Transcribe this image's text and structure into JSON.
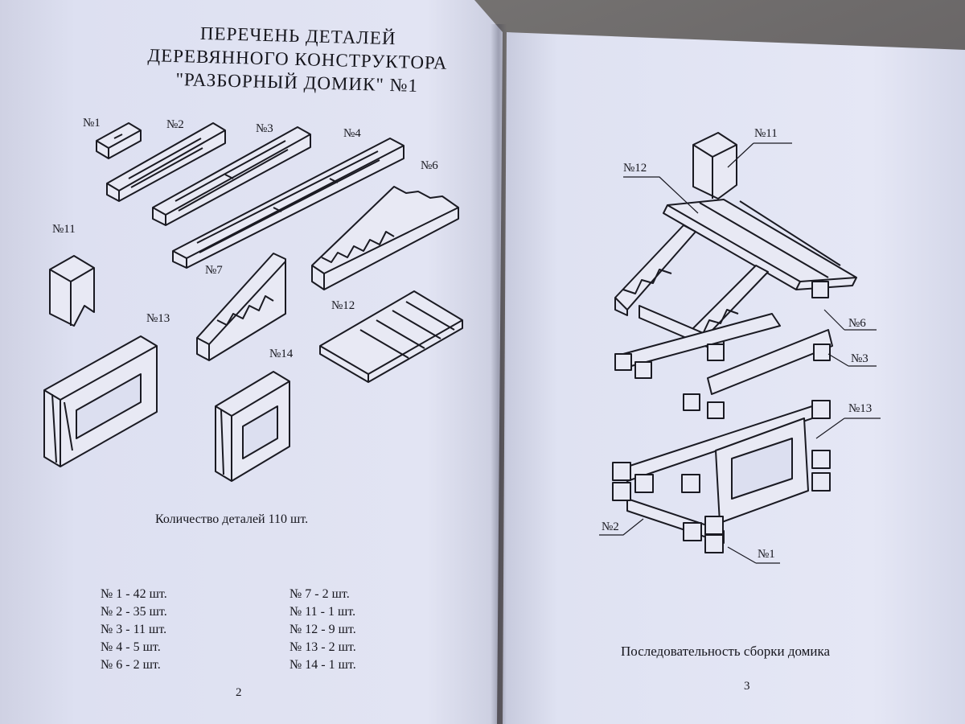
{
  "left_page": {
    "title_lines": [
      "ПЕРЕЧЕНЬ ДЕТАЛЕЙ",
      "ДЕРЕВЯННОГО КОНСТРУКТОРА",
      "\"РАЗБОРНЫЙ ДОМИК\" №1"
    ],
    "part_labels": {
      "p1": "№1",
      "p2": "№2",
      "p3": "№3",
      "p4": "№4",
      "p6": "№6",
      "p7": "№7",
      "p11": "№11",
      "p12": "№12",
      "p13": "№13",
      "p14": "№14"
    },
    "total_count": "Количество деталей 110 шт.",
    "quantities_left": [
      "№ 1  -  42 шт.",
      "№ 2  -  35 шт.",
      "№ 3  -  11 шт.",
      "№ 4  -  5 шт.",
      "№ 6  -  2 шт."
    ],
    "quantities_right": [
      "№ 7   -  2 шт.",
      "№ 11  -  1 шт.",
      "№ 12  -  9 шт.",
      "№ 13  -  2 шт.",
      "№ 14  -  1 шт."
    ],
    "page_number": "2"
  },
  "right_page": {
    "callouts": {
      "c11": "№11",
      "c12": "№12",
      "c6": "№6",
      "c3": "№3",
      "c13": "№13",
      "c2": "№2",
      "c1": "№1"
    },
    "caption": "Последовательность сборки домика",
    "page_number": "3"
  }
}
